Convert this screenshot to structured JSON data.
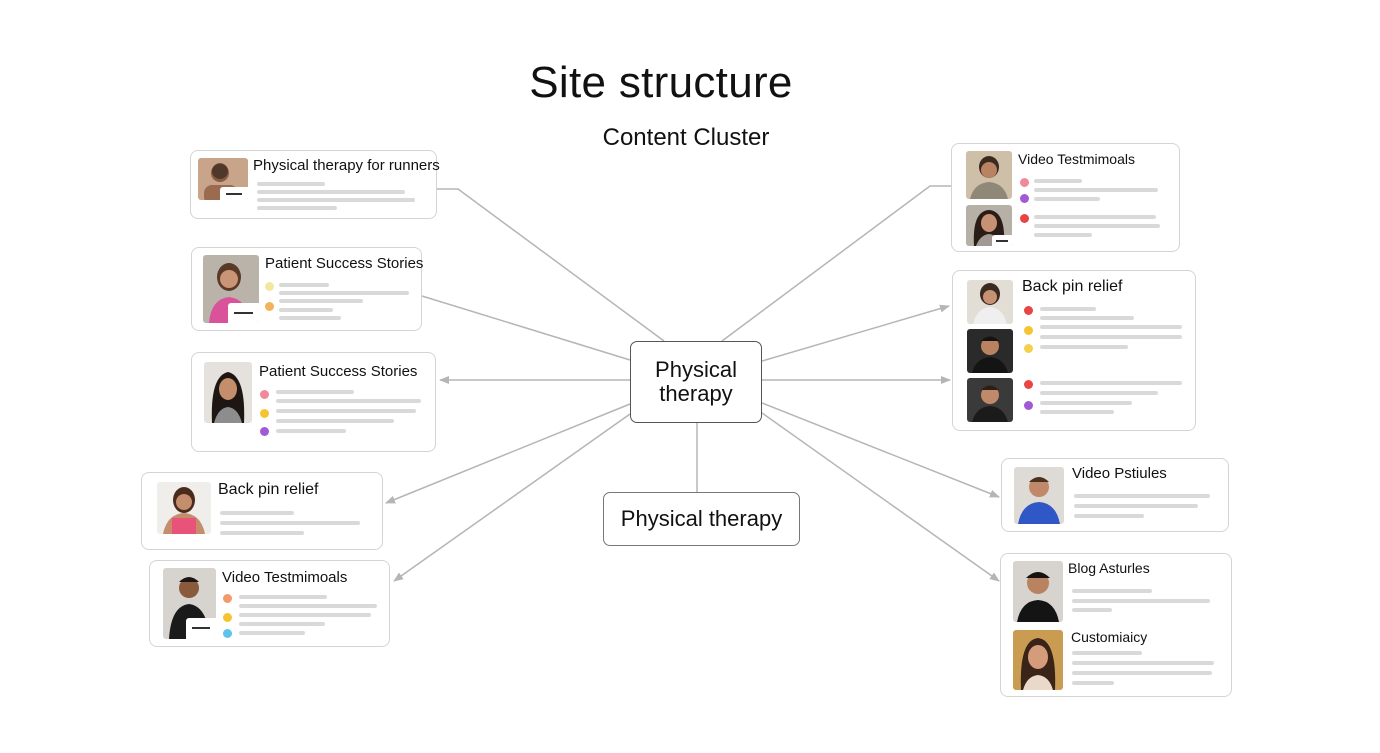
{
  "title": "Site structure",
  "subtitle": "Content Cluster",
  "hub": {
    "line1": "Physical",
    "line2": "therapy"
  },
  "secondary_node": {
    "label": "Physical therapy"
  },
  "cards": {
    "runners": {
      "title": "Physical therapy for runners"
    },
    "success1": {
      "title": "Patient Success Stories"
    },
    "success2": {
      "title": "Patient Success Stories"
    },
    "back_left": {
      "title": "Back pin relief"
    },
    "video_left": {
      "title": "Video Testmimoals"
    },
    "video_right": {
      "title": "Video Testmimoals"
    },
    "back_right": {
      "title": "Back pin relief"
    },
    "video_pst": {
      "title": "Video Pstiules"
    },
    "blog": {
      "title": "Blog Asturles",
      "second_title": "Customiaicy"
    }
  },
  "colors": {
    "edge": "#b5b5b5",
    "card_border": "#d4d4d4",
    "placeholder_line": "#d9d9d9",
    "hub_border": "#555555"
  }
}
